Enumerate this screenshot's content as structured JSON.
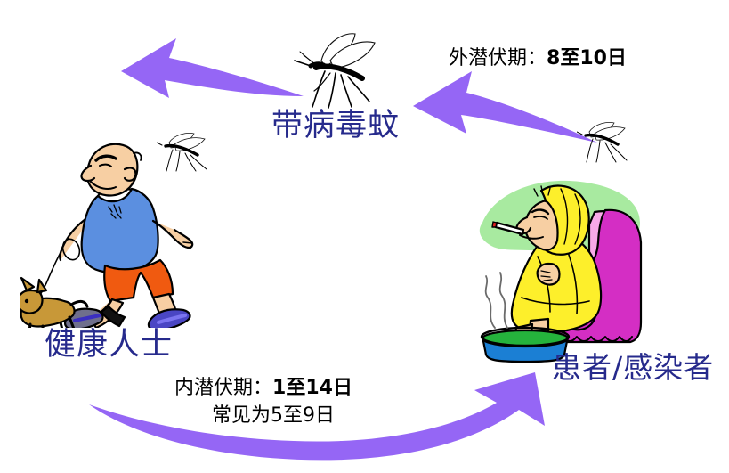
{
  "diagram": {
    "title_text_color": "#262a8c",
    "arrow_color": "#9566f5",
    "background": "#ffffff",
    "nodes": [
      {
        "id": "infected-mosquito",
        "label": "带病毒蚊"
      },
      {
        "id": "healthy-person",
        "label": "健康人士"
      },
      {
        "id": "patient-infected",
        "label": "患者/感染者"
      }
    ],
    "labels": {
      "mosquito": "带病毒蚊",
      "healthy": "健康人士",
      "patient": "患者/感染者"
    },
    "periods": {
      "extrinsic_prefix": "外潜伏期：",
      "extrinsic_value": "8至10日",
      "intrinsic_prefix": "内潜伏期：",
      "intrinsic_value": "1至14日",
      "intrinsic_common": "常见为5至9日"
    },
    "arrows": [
      {
        "id": "arrow-mosquito-to-healthy",
        "direction": "left",
        "color": "#9566f5"
      },
      {
        "id": "arrow-patient-to-mosquito",
        "direction": "left",
        "color": "#9566f5"
      },
      {
        "id": "arrow-healthy-to-patient",
        "direction": "right-up",
        "color": "#9566f5"
      }
    ],
    "illustrations": [
      {
        "id": "mosquito-large",
        "name": "mosquito-icon"
      },
      {
        "id": "mosquito-small-left",
        "name": "mosquito-icon"
      },
      {
        "id": "mosquito-small-right",
        "name": "mosquito-icon"
      },
      {
        "id": "healthy-man-walking-dog",
        "name": "walking-man-illustration"
      },
      {
        "id": "sick-person-in-armchair",
        "name": "sick-person-illustration"
      }
    ],
    "illustration_colors": {
      "skin": "#f7cfa3",
      "tank_top": "#5b8fe0",
      "shorts": "#f05a10",
      "shoes": "#5148c8",
      "dog": "#c89838",
      "blanket": "#fdef2b",
      "armchair": "#d42ec4",
      "armchair_light": "#f7a9e8",
      "basin": "#1b7fd4",
      "water": "#25b33c",
      "backsplash": "#a8eaa0",
      "mosquito": "#000000"
    }
  }
}
